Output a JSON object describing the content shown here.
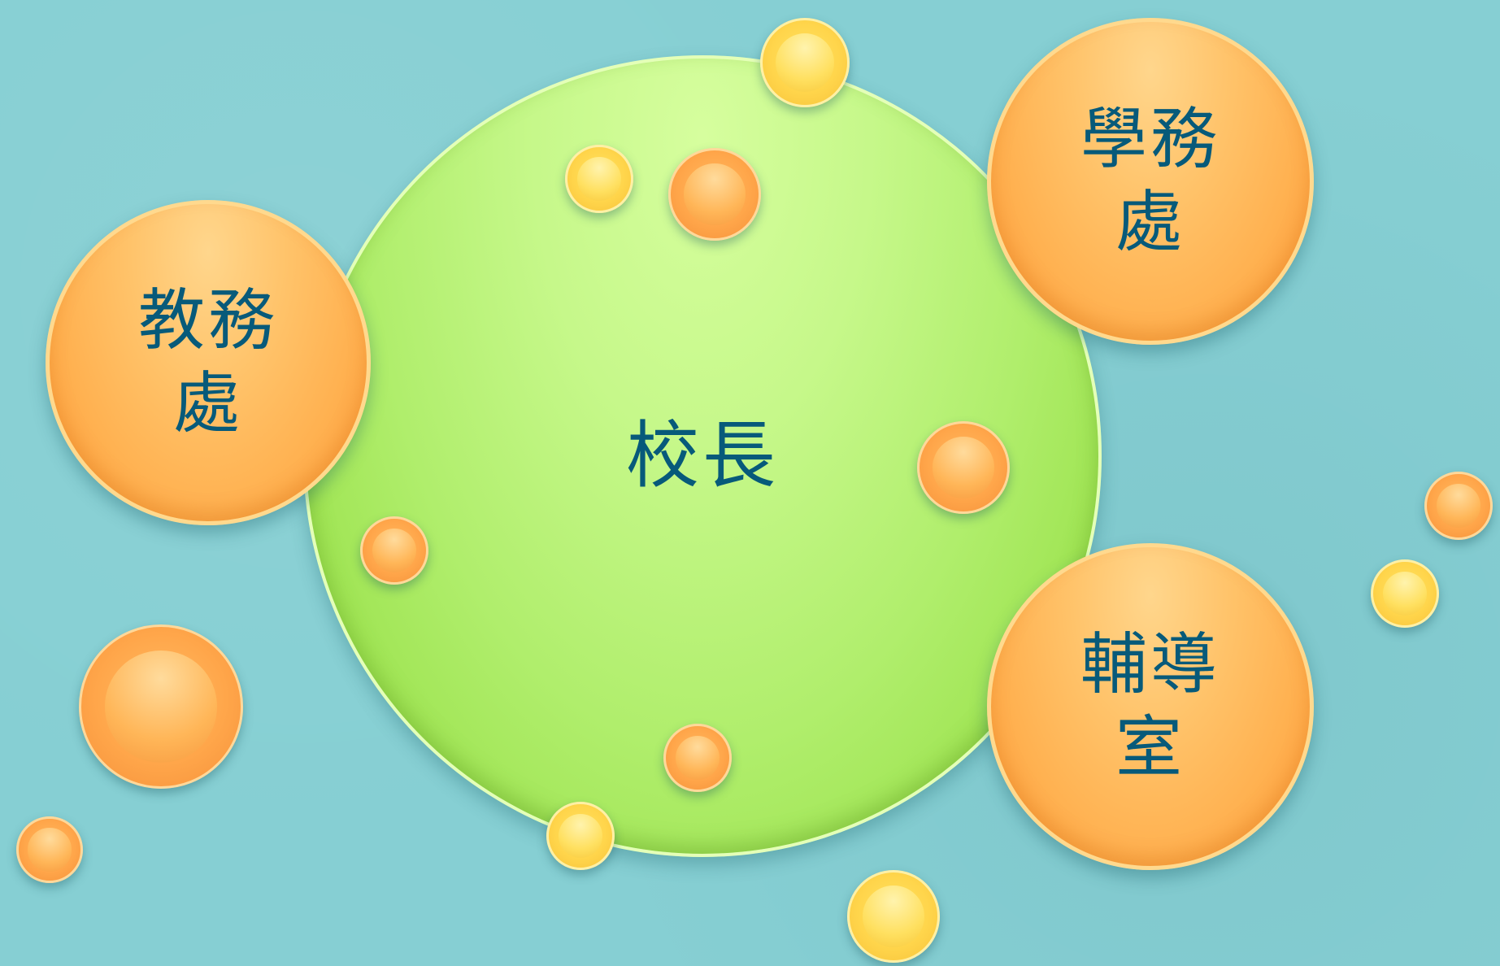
{
  "diagram": {
    "center": {
      "label": "校長"
    },
    "satellites": [
      {
        "id": "jiaowu",
        "label_line1": "教務",
        "label_line2": "處"
      },
      {
        "id": "xuewu",
        "label_line1": "學務",
        "label_line2": "處"
      },
      {
        "id": "fudao",
        "label_line1": "輔導",
        "label_line2": "室"
      }
    ],
    "colors": {
      "background": "#86cfd3",
      "center_fill": "#b0ee6c",
      "satellite_fill": "#ffb04f",
      "label_text": "#075a7a",
      "bubble_orange": "#ffa64a",
      "bubble_yellow": "#ffd54b"
    }
  }
}
